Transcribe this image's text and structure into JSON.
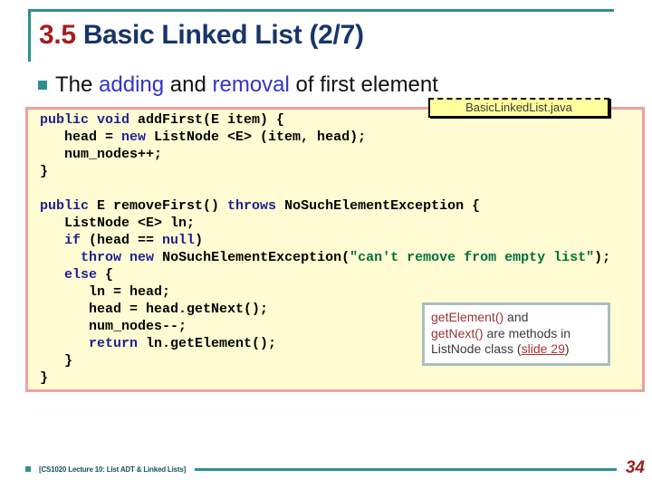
{
  "title": {
    "number": "3.5",
    "text": "Basic Linked List (2/7)"
  },
  "bullet": {
    "segments": [
      {
        "text": "The ",
        "style": "plain"
      },
      {
        "text": "adding",
        "style": "em"
      },
      {
        "text": " and ",
        "style": "plain"
      },
      {
        "text": "removal",
        "style": "em"
      },
      {
        "text": " of first element",
        "style": "plain"
      }
    ]
  },
  "filename_label": "BasicLinkedList.java",
  "code": {
    "lines": [
      [
        {
          "t": "public void",
          "k": "kw"
        },
        {
          "t": " addFirst(E item) {",
          "k": "p"
        }
      ],
      [
        {
          "t": "   head = ",
          "k": "p"
        },
        {
          "t": "new",
          "k": "kw"
        },
        {
          "t": " ListNode <E> (item, head);",
          "k": "p"
        }
      ],
      [
        {
          "t": "   num_nodes++;",
          "k": "p"
        }
      ],
      [
        {
          "t": "}",
          "k": "p"
        }
      ],
      [],
      [
        {
          "t": "public",
          "k": "kw"
        },
        {
          "t": " E removeFirst() ",
          "k": "p"
        },
        {
          "t": "throws",
          "k": "kw"
        },
        {
          "t": " NoSuchElementException {",
          "k": "p"
        }
      ],
      [
        {
          "t": "   ListNode <E> ln;",
          "k": "p"
        }
      ],
      [
        {
          "t": "   ",
          "k": "p"
        },
        {
          "t": "if",
          "k": "kw"
        },
        {
          "t": " (head == ",
          "k": "p"
        },
        {
          "t": "null",
          "k": "kw"
        },
        {
          "t": ")",
          "k": "p"
        }
      ],
      [
        {
          "t": "     ",
          "k": "p"
        },
        {
          "t": "throw",
          "k": "kw"
        },
        {
          "t": " ",
          "k": "p"
        },
        {
          "t": "new",
          "k": "kw"
        },
        {
          "t": " NoSuchElementException(",
          "k": "p"
        },
        {
          "t": "\"can't remove from empty list\"",
          "k": "str"
        },
        {
          "t": ");",
          "k": "p"
        }
      ],
      [
        {
          "t": "   ",
          "k": "p"
        },
        {
          "t": "else",
          "k": "kw"
        },
        {
          "t": " {",
          "k": "p"
        }
      ],
      [
        {
          "t": "      ln = head;",
          "k": "p"
        }
      ],
      [
        {
          "t": "      head = head.getNext();",
          "k": "p"
        }
      ],
      [
        {
          "t": "      num_nodes--;",
          "k": "p"
        }
      ],
      [
        {
          "t": "      ",
          "k": "p"
        },
        {
          "t": "return",
          "k": "kw"
        },
        {
          "t": " ln.getElement();",
          "k": "p"
        }
      ],
      [
        {
          "t": "   }",
          "k": "p"
        }
      ],
      [
        {
          "t": "}",
          "k": "p"
        }
      ]
    ]
  },
  "callout": {
    "lines": [
      [
        {
          "text": "getElement()",
          "style": "method"
        },
        {
          "text": " and",
          "style": "plain"
        }
      ],
      [
        {
          "text": "getNext()",
          "style": "method"
        },
        {
          "text": " are methods in",
          "style": "plain"
        }
      ],
      [
        {
          "text": "ListNode class (",
          "style": "plain"
        },
        {
          "text": "slide 29",
          "style": "link"
        },
        {
          "text": ")",
          "style": "plain"
        }
      ]
    ]
  },
  "footer": {
    "label": "[CS1020 Lecture 10: List ADT & Linked Lists]",
    "page": "34"
  },
  "colors": {
    "accent_teal": "#2E8F8F",
    "title_number": "#A51D1D",
    "title_text": "#17356B",
    "bullet_blue": "#3333CC",
    "keyword_blue": "#1E1E96",
    "string_green": "#00703C",
    "code_box_bg": "#FFFBD2",
    "code_box_border": "#EDA1A1",
    "label_bg": "#FFFF9E",
    "callout_border": "#A9BEC2",
    "method_red": "#993333",
    "link_red": "#B03030",
    "footer_teal": "#14555E",
    "page_number_red": "#992222"
  }
}
